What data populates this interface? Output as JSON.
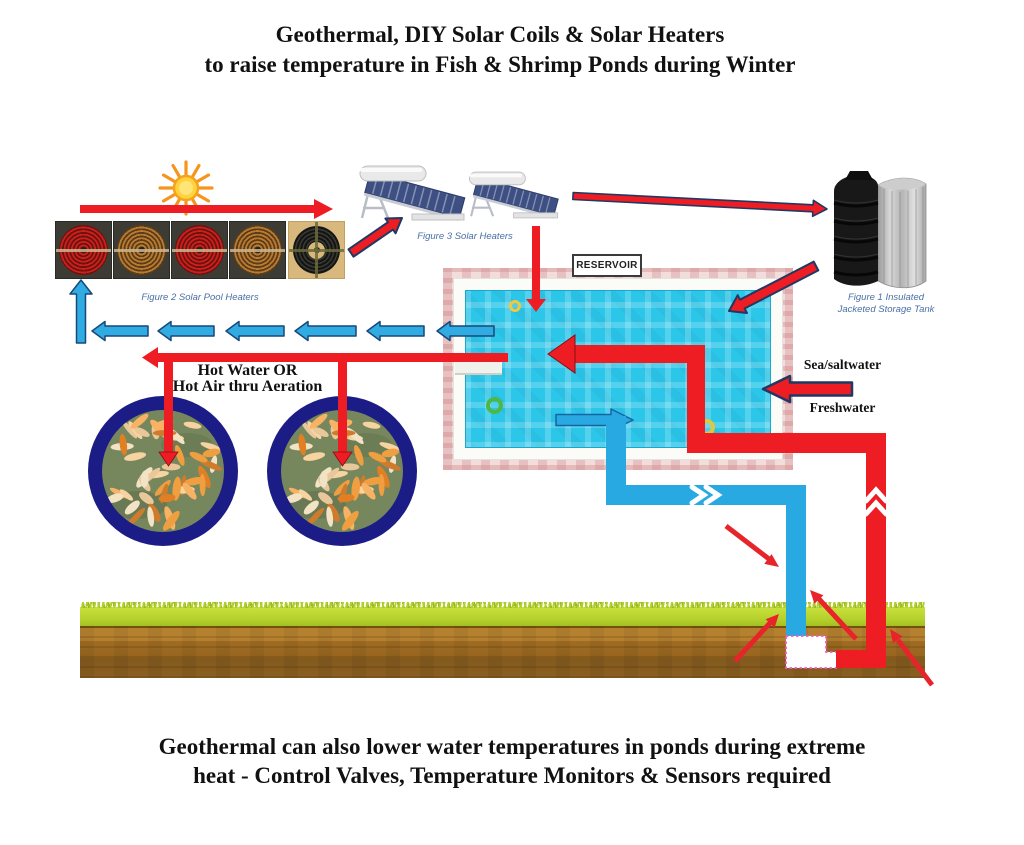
{
  "title": {
    "line1": "Geothermal, DIY Solar Coils & Solar Heaters",
    "line2": "to raise temperature in Fish & Shrimp Ponds during Winter"
  },
  "footer": {
    "line1": "Geothermal can also lower water temperatures in ponds during extreme",
    "line2": "heat - Control Valves, Temperature Monitors & Sensors required"
  },
  "labels": {
    "reservoir": "RESERVOIR",
    "hot_line1": "Hot Water OR",
    "hot_line2": "Hot Air thru Aeration",
    "sea_saltwater": "Sea/saltwater",
    "freshwater": "Freshwater"
  },
  "figures": {
    "fig1_line1": "Figure 1 Insulated",
    "fig1_line2": "Jacketed Storage Tank",
    "fig2": "Figure 2 Solar Pool Heaters",
    "fig3": "Figure 3 Solar Heaters"
  },
  "colors": {
    "hot_flow_red": "#ee1c23",
    "cold_flow_blue": "#29a9e1",
    "arrow_outline_navy": "#1f3864",
    "pool_water_cyan": "#2cc6e9",
    "pond_ring_navy": "#1c1c86",
    "grass_green": "#b6d22c",
    "soil_brown": "#a06c23",
    "caption_blue": "#4a6fa5",
    "elbow_outline_magenta": "#ff52c8"
  }
}
